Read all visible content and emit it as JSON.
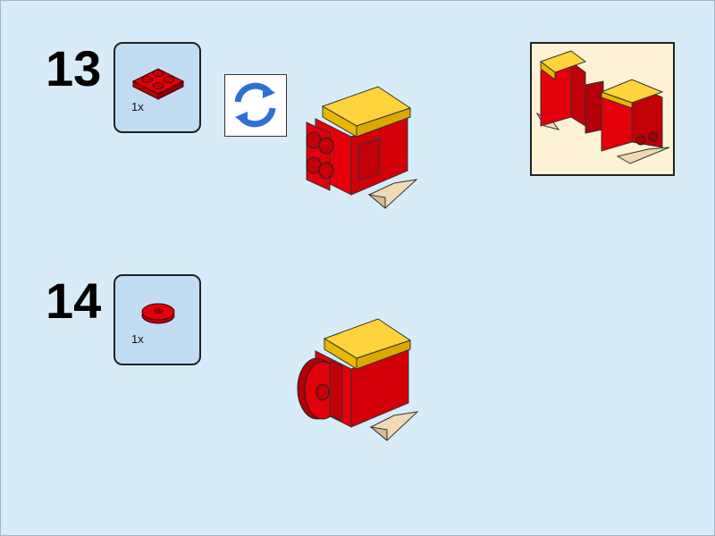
{
  "steps": [
    {
      "number": "13",
      "part": {
        "quantity": "1x",
        "name": "plate-2x2-icon",
        "color": "#e3000b"
      },
      "rotate_icon": "rotate-model-icon",
      "callout": "subassembly-preview"
    },
    {
      "number": "14",
      "part": {
        "quantity": "1x",
        "name": "round-tile-1x1-icon",
        "color": "#e3000b"
      }
    }
  ],
  "colors": {
    "background": "#d7ecf8",
    "parts_box": "#c2dcf2",
    "brick_red": "#e3000b",
    "brick_yellow": "#ffd33b",
    "tan": "#f0d9b5",
    "rotate_blue": "#2f6fd6",
    "callout_bg": "#fdf2d6"
  }
}
